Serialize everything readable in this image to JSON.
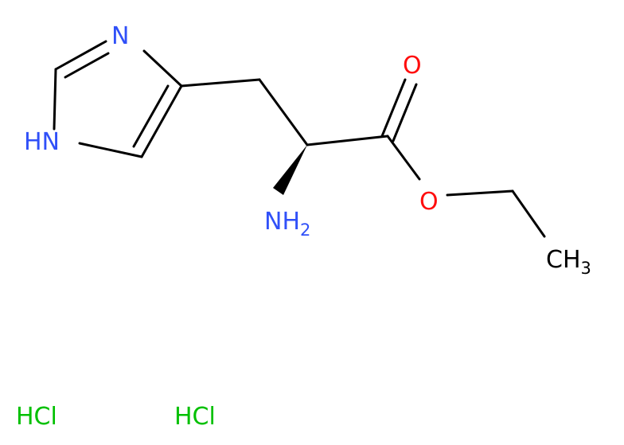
{
  "molecule": {
    "atoms": {
      "n_imine": "N",
      "nh_ring": "HN",
      "amine": "NH",
      "amine_sub": "2",
      "carbonyl_o": "O",
      "ester_o": "O",
      "methyl": "CH",
      "methyl_sub": "3"
    },
    "salts": [
      "HCl",
      "HCl"
    ]
  },
  "colors": {
    "bond": "#000000",
    "nitrogen": "#3050F8",
    "oxygen": "#FF0D0D",
    "carbon": "#000000",
    "salt": "#00C000"
  }
}
